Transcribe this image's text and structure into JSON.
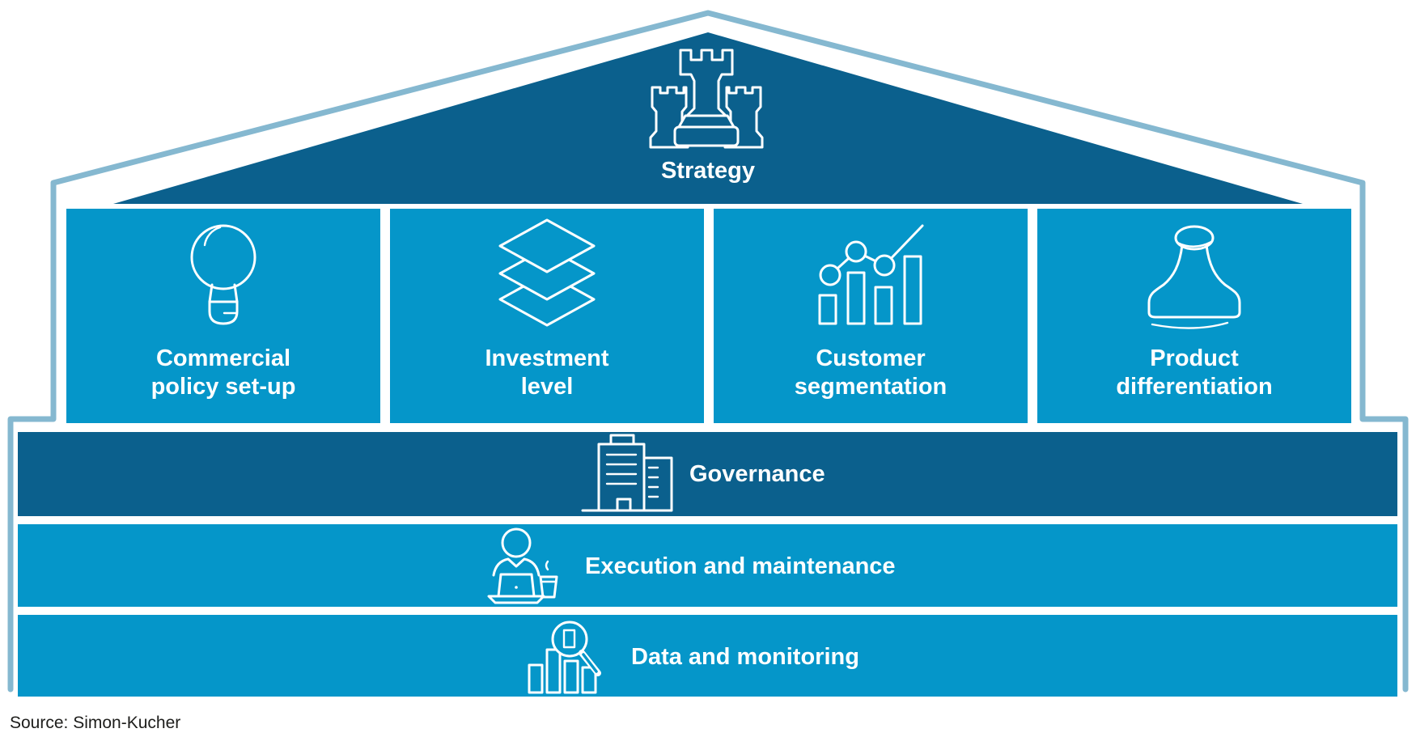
{
  "colors": {
    "light_blue": "#0596C9",
    "dark_blue": "#0B608D",
    "outline_blue": "#85B8D0",
    "text_white": "#FFFFFF",
    "source_text": "#1D1D1B"
  },
  "roof": {
    "label": "Strategy",
    "icon": "chess-rooks-icon"
  },
  "pillars": [
    {
      "label": "Commercial\npolicy set-up",
      "icon": "lightbulb-icon"
    },
    {
      "label": "Investment\nlevel",
      "icon": "layers-icon"
    },
    {
      "label": "Customer\nsegmentation",
      "icon": "bar-chart-trend-icon"
    },
    {
      "label": "Product\ndifferentiation",
      "icon": "stamp-icon"
    }
  ],
  "rows": [
    {
      "label": "Governance",
      "icon": "office-building-icon"
    },
    {
      "label": "Execution and maintenance",
      "icon": "person-laptop-icon"
    },
    {
      "label": "Data and monitoring",
      "icon": "magnifier-chart-icon"
    }
  ],
  "footer": {
    "source": "Source: Simon-Kucher"
  }
}
